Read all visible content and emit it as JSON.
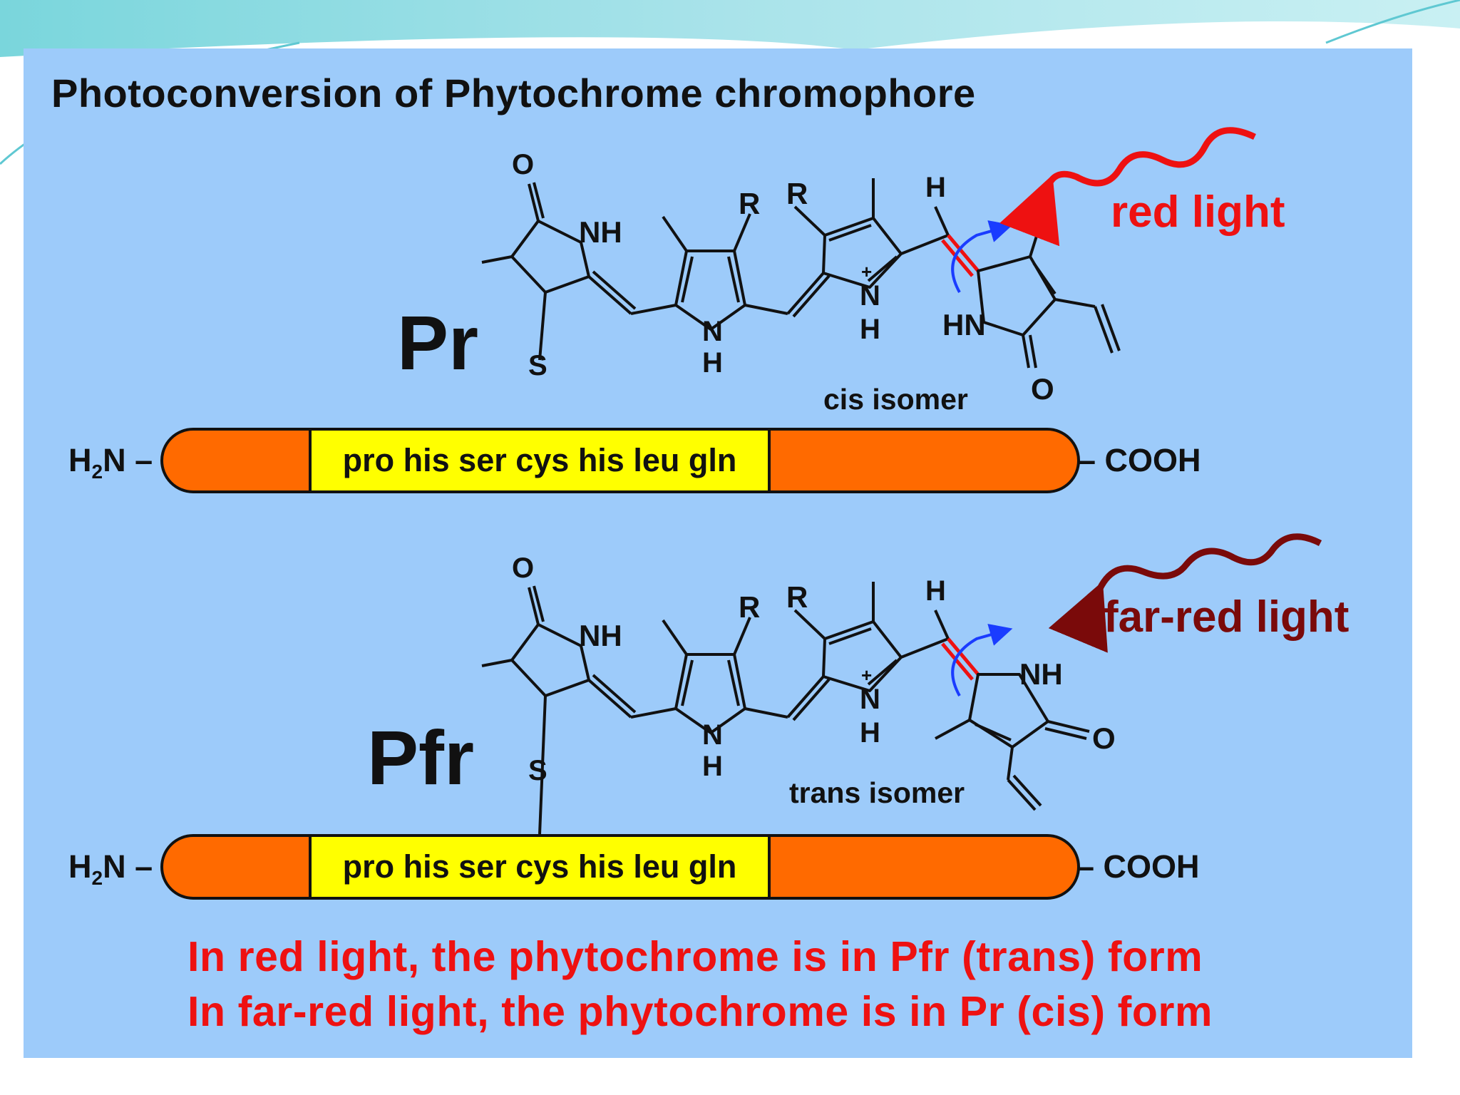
{
  "title": "Photoconversion of Phytochrome chromophore",
  "forms": [
    {
      "label": "Pr",
      "light": "red light",
      "light_color": "#ee1111",
      "isomer": "cis isomer",
      "n_terminus": "H2N",
      "c_terminus": "COOH",
      "peptide": "pro his ser cys his leu gln"
    },
    {
      "label": "Pfr",
      "light": "far-red light",
      "light_color": "#7a0a0a",
      "isomer": "trans isomer",
      "n_terminus": "H2N",
      "c_terminus": "COOH",
      "peptide": "pro his ser cys his leu gln"
    }
  ],
  "atoms": {
    "O": "O",
    "NH": "NH",
    "HN": "HN",
    "N": "N",
    "H": "H",
    "R": "R",
    "S": "S",
    "plus": "+"
  },
  "conclusions": [
    "In red light, the phytochrome is in Pfr (trans) form",
    "In far-red light, the phytochrome is in Pr (cis) form"
  ],
  "colors": {
    "panel": "#9dcbfa",
    "protein": "#ff6a00",
    "peptide": "#ffff00",
    "double_bond_highlight": "#ee1111",
    "rotation_arrow": "#1a3cff",
    "conclusion_text": "#ee1111"
  }
}
